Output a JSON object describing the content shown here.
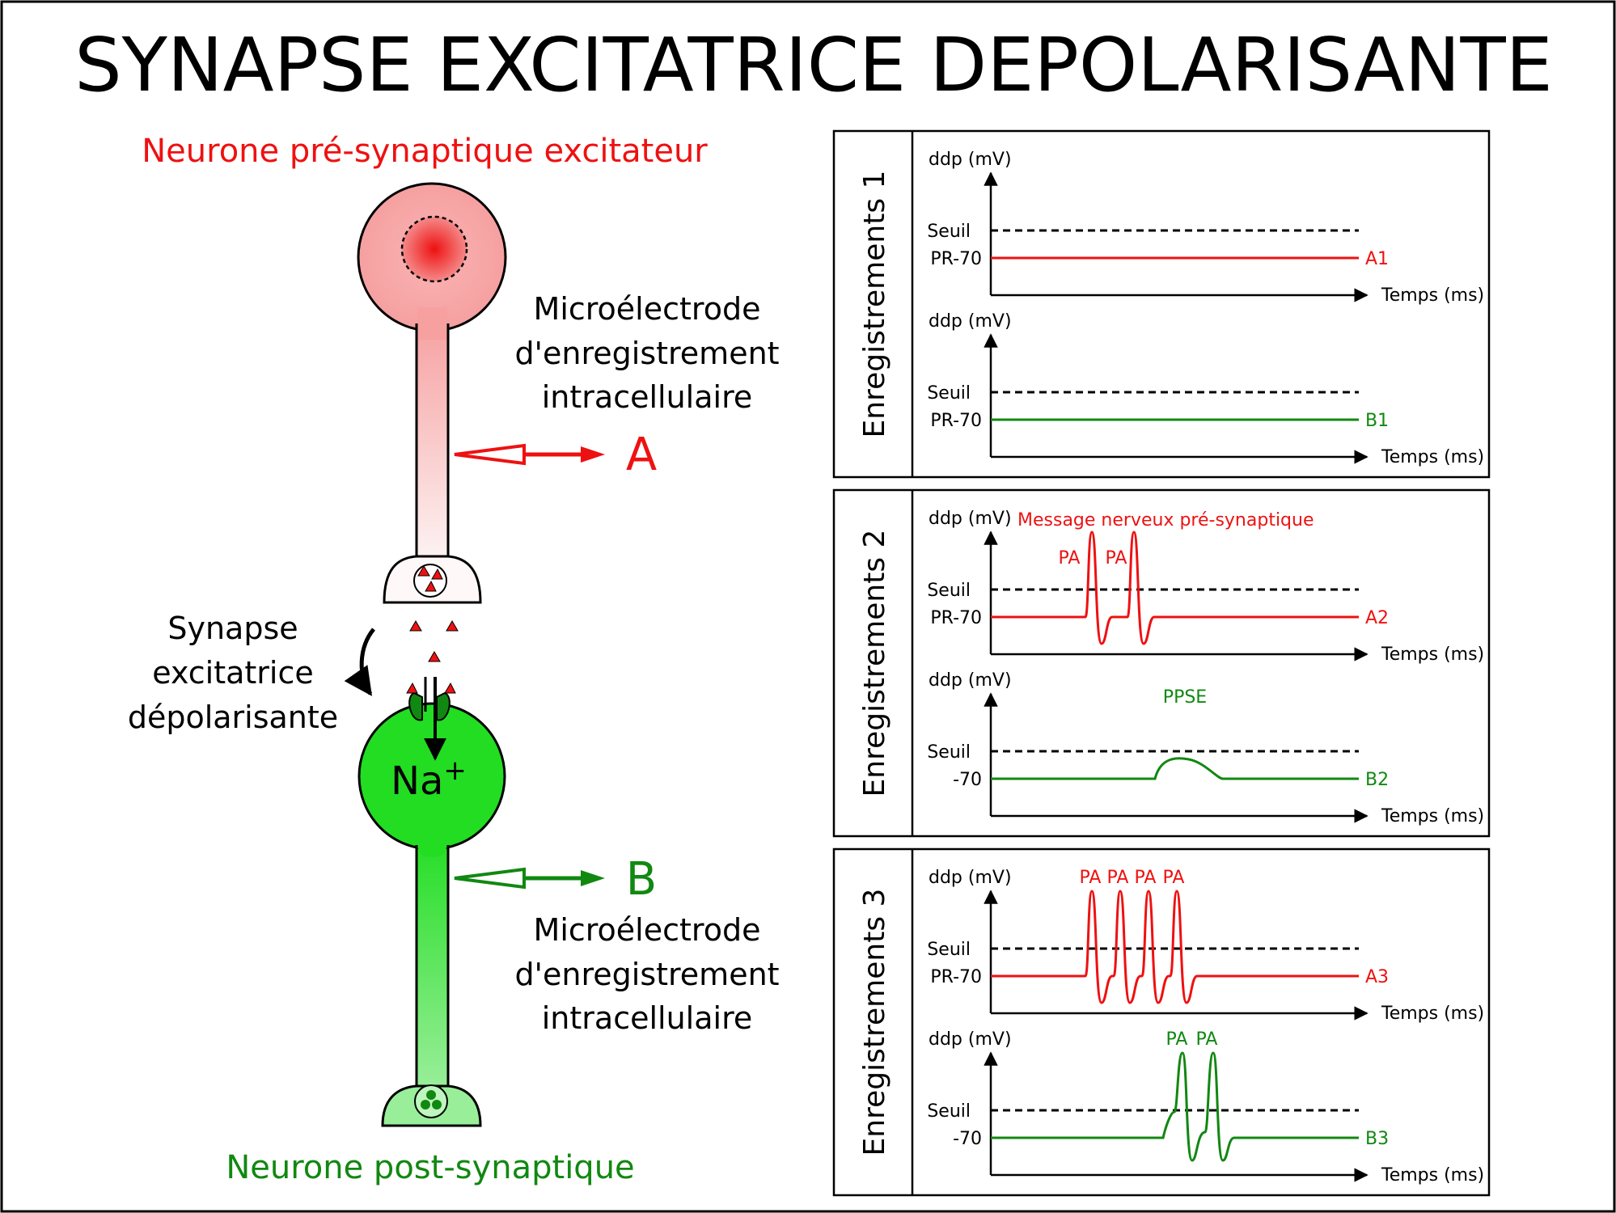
{
  "title": "SYNAPSE EXCITATRICE DEPOLARISANTE",
  "colors": {
    "red": "#ee1111",
    "green": "#118811",
    "green_bright": "#22dd22",
    "black": "#000000",
    "pink": "#f7a0a0"
  },
  "neurons": {
    "pre_label": "Neurone pré-synaptique excitateur",
    "post_label": "Neurone post-synaptique",
    "synapse_label": [
      "Synapse",
      "excitatrice",
      "dépolarisante"
    ],
    "ion_label": "Na",
    "ion_charge": "+"
  },
  "electrodes": {
    "label_lines": [
      "Microélectrode",
      "d'enregistrement",
      "intracellulaire"
    ],
    "a_letter": "A",
    "b_letter": "B"
  },
  "recordings": [
    {
      "panel_label": "Enregistrements 1",
      "traces": [
        {
          "id": "A1",
          "color": "red",
          "ylabel": "ddp (mV)",
          "xlabel": "Temps (ms)",
          "threshold_label": "Seuil",
          "rest_label": "PR-70",
          "top_label": "",
          "pa_labels": [],
          "shape": "flat"
        },
        {
          "id": "B1",
          "color": "green",
          "ylabel": "ddp (mV)",
          "xlabel": "Temps (ms)",
          "threshold_label": "Seuil",
          "rest_label": "PR-70",
          "top_label": "",
          "pa_labels": [],
          "shape": "flat"
        }
      ]
    },
    {
      "panel_label": "Enregistrements 2",
      "traces": [
        {
          "id": "A2",
          "color": "red",
          "ylabel": "ddp (mV)",
          "xlabel": "Temps (ms)",
          "threshold_label": "Seuil",
          "rest_label": "PR-70",
          "top_label": "Message nerveux pré-synaptique",
          "pa_labels": [
            "PA",
            "PA"
          ],
          "shape": "spikes2"
        },
        {
          "id": "B2",
          "color": "green",
          "ylabel": "ddp (mV)",
          "xlabel": "Temps (ms)",
          "threshold_label": "Seuil",
          "rest_label": "-70",
          "top_label": "PPSE",
          "pa_labels": [],
          "shape": "ppse"
        }
      ]
    },
    {
      "panel_label": "Enregistrements 3",
      "traces": [
        {
          "id": "A3",
          "color": "red",
          "ylabel": "ddp (mV)",
          "xlabel": "Temps (ms)",
          "threshold_label": "Seuil",
          "rest_label": "PR-70",
          "top_label": "",
          "pa_labels": [
            "PA",
            "PA",
            "PA",
            "PA"
          ],
          "shape": "spikes4"
        },
        {
          "id": "B3",
          "color": "green",
          "ylabel": "ddp (mV)",
          "xlabel": "Temps (ms)",
          "threshold_label": "Seuil",
          "rest_label": "-70",
          "top_label": "",
          "pa_labels": [
            "PA",
            "PA"
          ],
          "shape": "ppse_spikes2"
        }
      ]
    }
  ]
}
